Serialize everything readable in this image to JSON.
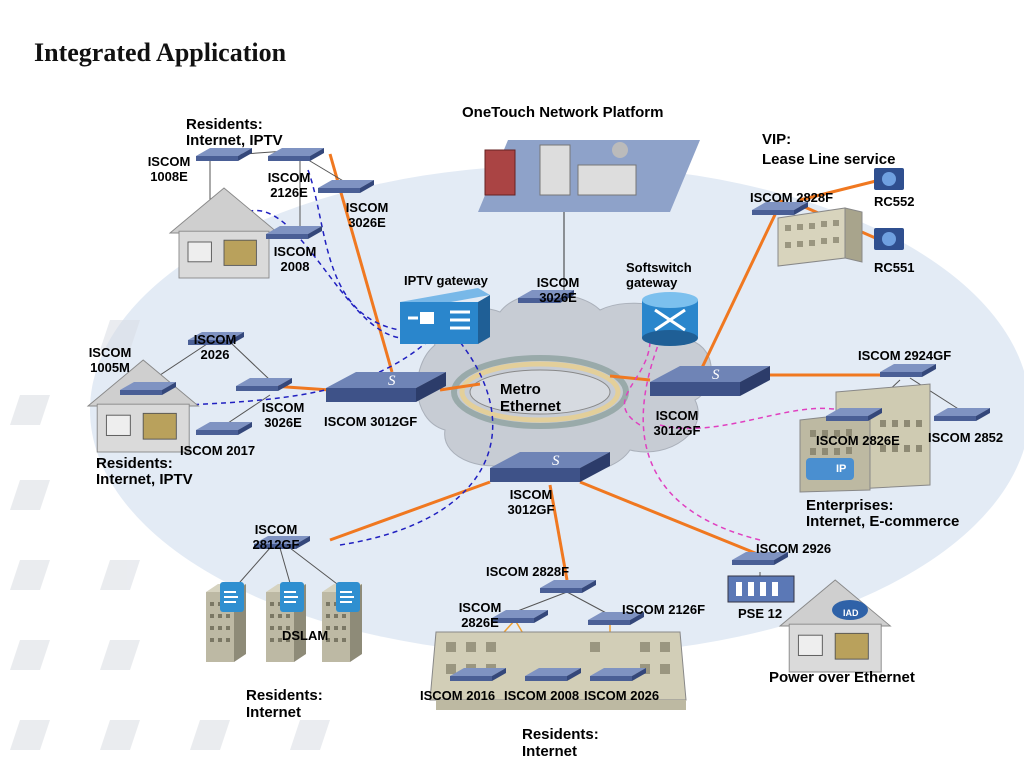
{
  "title": "Integrated Application",
  "platform": {
    "label": "OneTouch Network Platform"
  },
  "vip": {
    "line1": "VIP:",
    "line2": "Lease Line service",
    "switch": "ISCOM 2828F",
    "rc1": "RC552",
    "rc2": "RC551"
  },
  "residents_top": {
    "line1": "Residents:",
    "line2": "Internet, IPTV",
    "s1": "ISCOM 1008E",
    "s2": "ISCOM 2126E",
    "s3": "ISCOM 3026E",
    "s4": "ISCOM 2008"
  },
  "residents_left": {
    "line1": "Residents:",
    "line2": "Internet, IPTV",
    "s1": "ISCOM 1005M",
    "s2": "ISCOM 2026",
    "s3": "ISCOM 3026E",
    "s4": "ISCOM 2017"
  },
  "core": {
    "iptv": "IPTV gateway",
    "softswitch": "Softswitch gateway",
    "center_switch": "ISCOM 3026E",
    "metro": "Metro Ethernet",
    "left": "ISCOM 3012GF",
    "right": "ISCOM 3012GF",
    "bottom": "ISCOM 3012GF"
  },
  "enterprise": {
    "s1": "ISCOM 2924GF",
    "s2": "ISCOM 2826E",
    "s3": "ISCOM 2852",
    "line1": "Enterprises:",
    "line2": "Internet, E-commerce",
    "ip": "IP"
  },
  "dslam": {
    "switch": "ISCOM 2812GF",
    "label": "DSLAM",
    "line1": "Residents:",
    "line2": "Internet"
  },
  "building": {
    "s1": "ISCOM 2828F",
    "s2": "ISCOM 2826E",
    "s3": "ISCOM 2126F",
    "s4": "ISCOM 2016",
    "s5": "ISCOM 2008",
    "s6": "ISCOM 2026",
    "line1": "Residents:",
    "line2": "Internet"
  },
  "poe": {
    "switch": "ISCOM 2926",
    "pse": "PSE 12",
    "label": "Power over Ethernet",
    "iad": "IAD"
  },
  "colors": {
    "trunk": "#f07820",
    "iptv_flow": "#2020c0",
    "voip_flow": "#e040c0",
    "switch_top": "#6a7fb0",
    "switch_side": "#3b4f86",
    "cloud": "#c9ced6",
    "ellipse": "#dde6f2"
  }
}
